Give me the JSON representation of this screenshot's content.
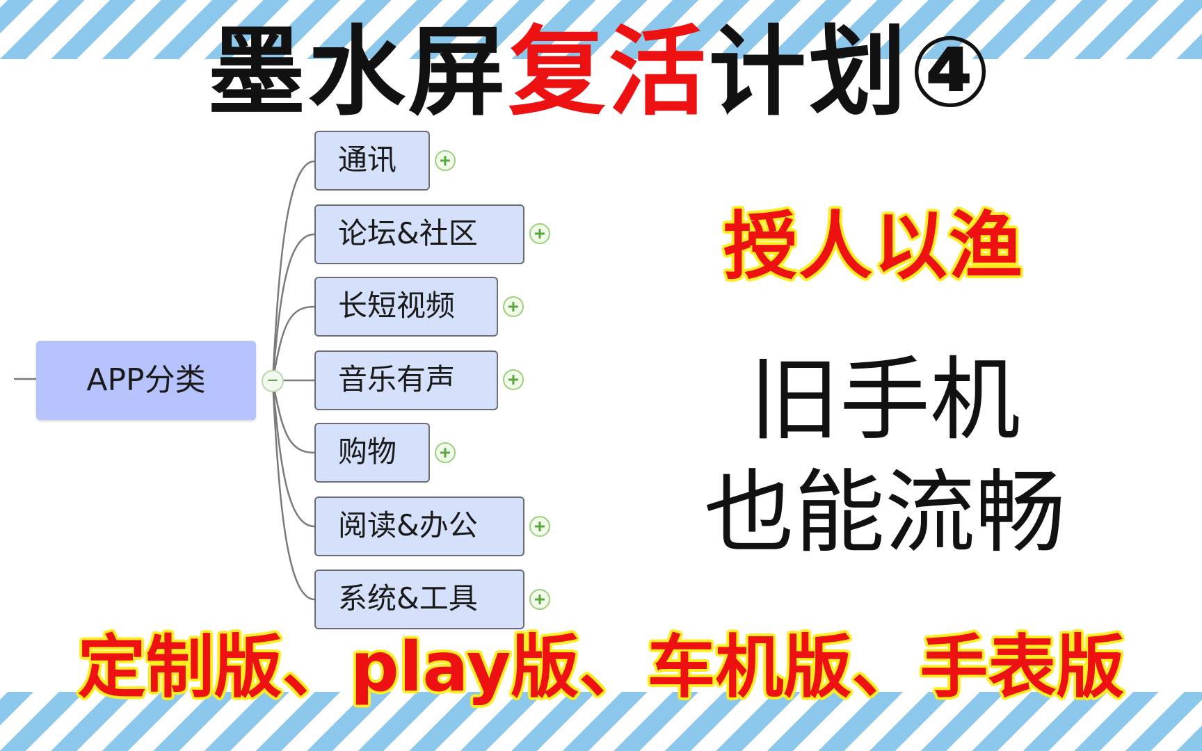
{
  "title": {
    "part1": "墨水屏",
    "part2": "复活",
    "part3": "计划④"
  },
  "mindmap": {
    "root": "APP分类",
    "collapse_symbol": "−",
    "expand_symbol": "+",
    "branches": [
      {
        "label": "通讯"
      },
      {
        "label": "论坛&社区"
      },
      {
        "label": "长短视频"
      },
      {
        "label": "音乐有声"
      },
      {
        "label": "购物"
      },
      {
        "label": "阅读&办公"
      },
      {
        "label": "系统&工具"
      }
    ]
  },
  "side": {
    "motto": "授人以渔",
    "line1": "旧手机",
    "line2": "也能流畅"
  },
  "footer": {
    "versions": "定制版、play版、车机版、手表版"
  },
  "colors": {
    "accent_red": "#ee1111",
    "outline_yellow": "#ffee22",
    "node_fill": "#d5e1fb",
    "root_fill": "#b6c3fc",
    "stripe_blue": "#8cc8ec"
  }
}
